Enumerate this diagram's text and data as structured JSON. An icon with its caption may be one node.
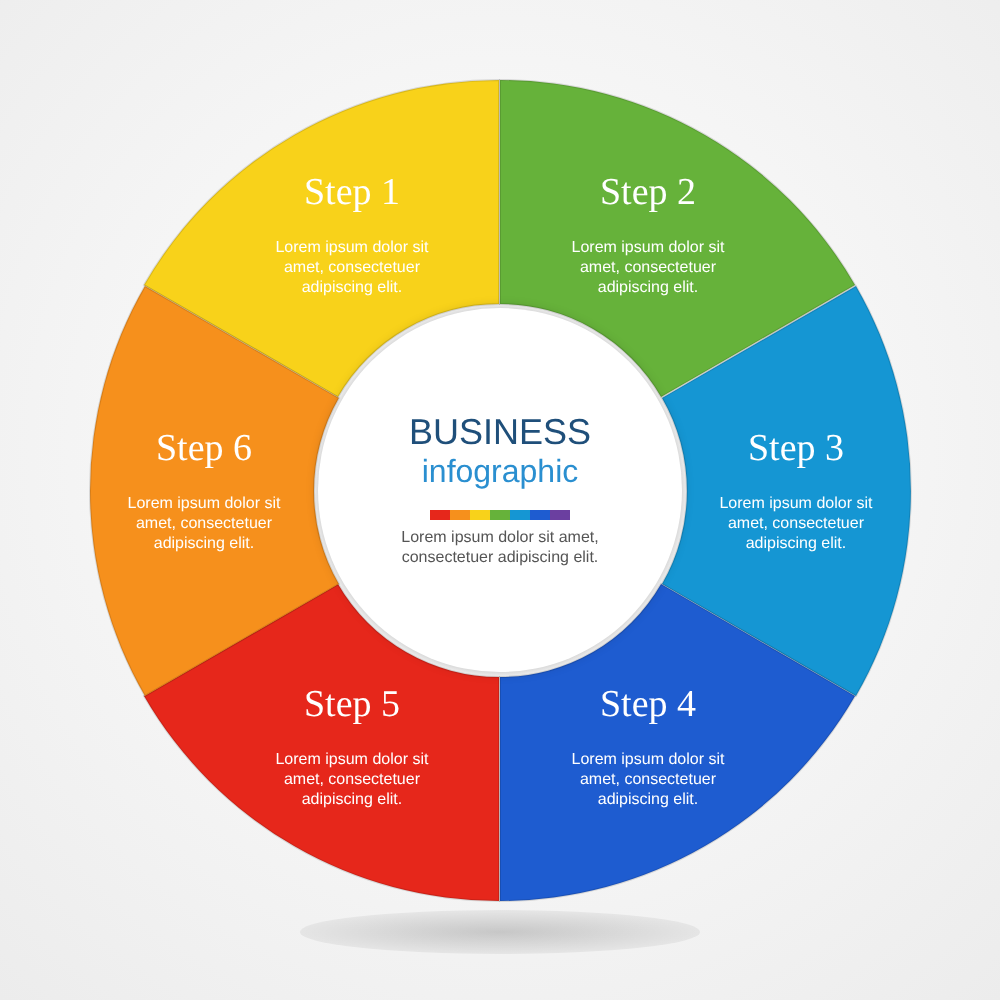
{
  "diagram": {
    "nodes": [
      {
        "text": [
          "Step 1",
          "Lorem ipsum dolor sit amet, consectetuer adipiscing elit."
        ]
      },
      {
        "text": [
          "Step 2",
          "Lorem ipsum dolor sit amet, consectetuer adipiscing elit."
        ]
      },
      {
        "text": [
          "Step 3",
          "Lorem ipsum dolor sit amet, consectetuer adipiscing elit."
        ]
      },
      {
        "text": [
          "Step 4",
          "Lorem ipsum dolor sit amet, consectetuer adipiscing elit."
        ]
      },
      {
        "text": [
          "Step 5",
          "Lorem ipsum dolor sit amet, consectetuer adipiscing elit."
        ]
      },
      {
        "text": [
          "Step 6",
          "Lorem ipsum dolor sit amet, consectetuer adipiscing elit."
        ]
      },
      {
        "text": [
          "BUSINESS",
          "infographic",
          "Lorem ipsum dolor sit amet, consectetuer adipiscing elit."
        ]
      }
    ],
    "edges": []
  }
}
